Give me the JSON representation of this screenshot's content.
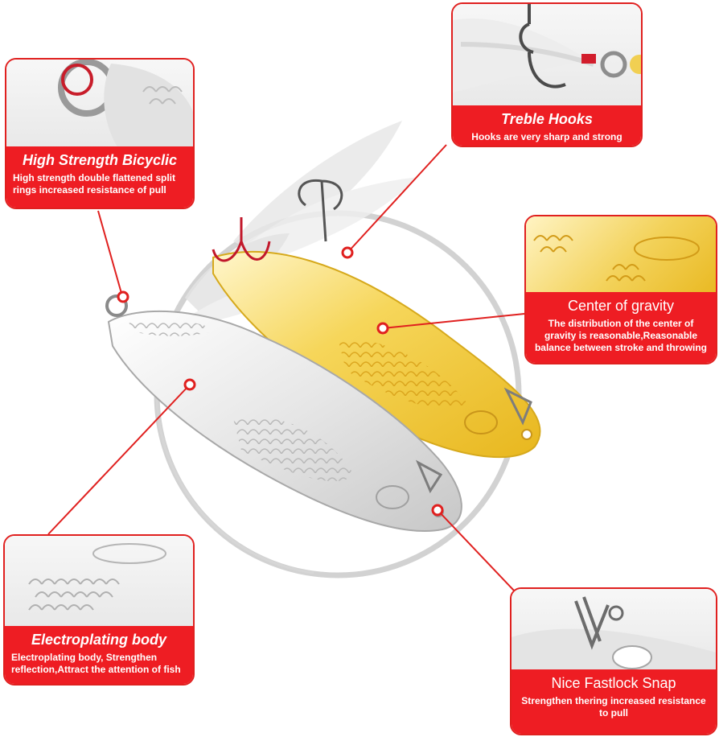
{
  "callouts": {
    "bicyclic": {
      "title": "High Strength Bicyclic",
      "description": "High strength double flattened split rings increased resistance of pull"
    },
    "treble": {
      "title": "Treble Hooks",
      "description": "Hooks are very sharp and strong"
    },
    "gravity": {
      "title": "Center of gravity",
      "description": "The distribution of the center of gravity is reasonable,Reasonable balance between stroke and throwing"
    },
    "electro": {
      "title": "Electroplating body",
      "description": "Electroplating body, Strengthen reflection,Attract the attention of fish"
    },
    "snap": {
      "title": "Nice Fastlock Snap",
      "description": "Strengthen thering increased resistance to pull"
    }
  },
  "colors": {
    "accent_red": "#ee1d23",
    "silver": "#dcdcdc",
    "gold": "#f3d25a"
  }
}
